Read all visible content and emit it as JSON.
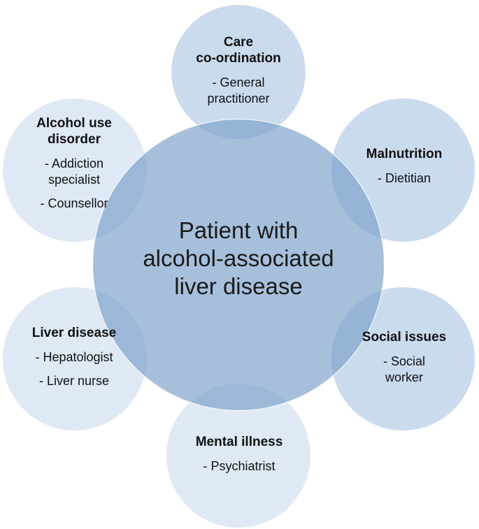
{
  "center": {
    "lines": [
      "Patient with",
      "alcohol-associated",
      "liver disease"
    ]
  },
  "nodes": {
    "care": {
      "heading": [
        "Care",
        "co-ordination"
      ],
      "items": [
        [
          "- General",
          "practitioner"
        ]
      ]
    },
    "malnutrition": {
      "heading": [
        "Malnutrition"
      ],
      "items": [
        [
          "- Dietitian"
        ]
      ]
    },
    "social": {
      "heading": [
        "Social issues"
      ],
      "items": [
        [
          "- Social",
          "worker"
        ]
      ]
    },
    "mental": {
      "heading": [
        "Mental illness"
      ],
      "items": [
        [
          "- Psychiatrist"
        ]
      ]
    },
    "liver": {
      "heading": [
        "Liver disease"
      ],
      "items": [
        [
          "- Hepatologist"
        ],
        [
          "- Liver nurse"
        ]
      ]
    },
    "alcohol": {
      "heading": [
        "Alcohol use",
        "disorder"
      ],
      "items": [
        [
          "- Addiction",
          "specialist"
        ],
        [
          "- Counsellor"
        ]
      ]
    }
  },
  "colors": {
    "center_fill": "#7ca0ca",
    "outer_fill": "#b7cde8",
    "outer_fill_light": "#d8e5f3",
    "border": "#ffffff"
  }
}
